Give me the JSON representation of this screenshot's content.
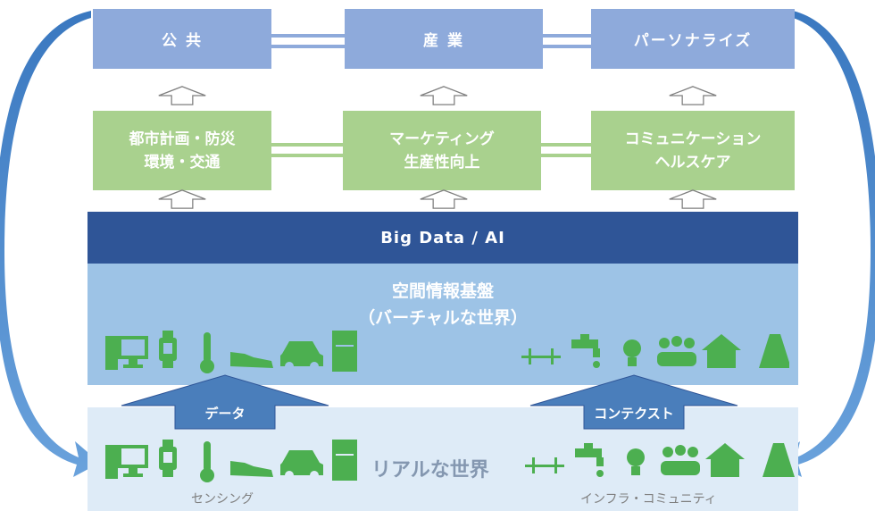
{
  "top_boxes": [
    "公 共",
    "産 業",
    "パーソナライズ"
  ],
  "mid_boxes": [
    {
      "line1": "都市計画・防災",
      "line2": "環境・交通"
    },
    {
      "line1": "マーケティング",
      "line2": "生産性向上"
    },
    {
      "line1": "コミュニケーション",
      "line2": "ヘルスケア"
    }
  ],
  "bigdata_label": "Big Data / AI",
  "spatial": {
    "line1": "空間情報基盤",
    "line2": "（バーチャルな世界）"
  },
  "arrows": {
    "left_label": "データ",
    "right_label": "コンテクスト"
  },
  "real_world_label": "リアルな世界",
  "bottom_labels": {
    "left": "センシング",
    "right": "インフラ・コミュニティ"
  },
  "device_icons": [
    "computer-icon",
    "smartwatch-icon",
    "thermometer-icon",
    "shoe-icon",
    "car-icon",
    "refrigerator-icon"
  ],
  "infra_icons": [
    "bridge-icon",
    "water-tap-icon",
    "lightbulb-icon",
    "people-icon",
    "house-icon",
    "road-icon"
  ],
  "colors": {
    "top": "#8eaadb",
    "mid": "#a9d18e",
    "bigdata": "#2f5597",
    "spatial": "#9dc3e6",
    "real": "#deebf7",
    "icons": "#4caf50",
    "curved_arrow": "#4a86c8"
  }
}
